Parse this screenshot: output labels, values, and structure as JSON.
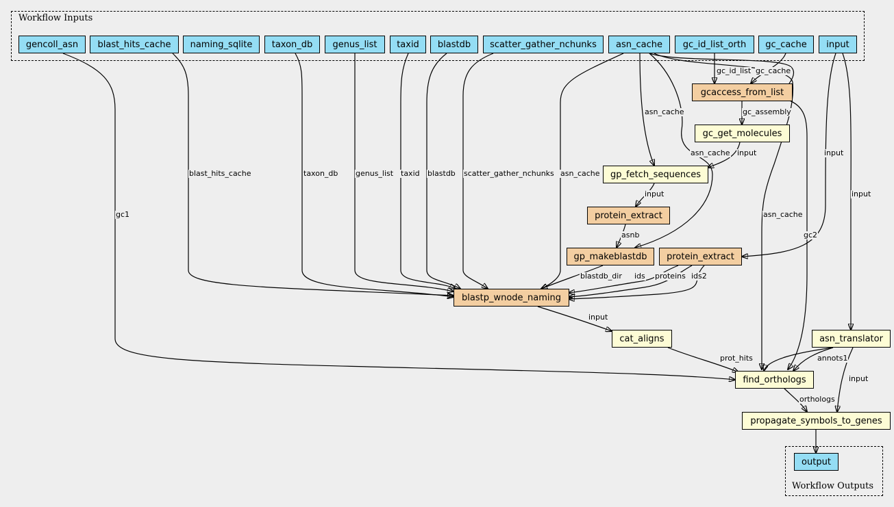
{
  "clusters": {
    "inputs_label": "Workflow Inputs",
    "outputs_label": "Workflow Outputs"
  },
  "colors": {
    "input_node": "#94ddf4",
    "tool_node": "#f3cea1",
    "step_node": "#fdfcd5",
    "background": "#eeeeee"
  },
  "nodes": {
    "gencoll_asn": "gencoll_asn",
    "blast_hits_cache": "blast_hits_cache",
    "naming_sqlite": "naming_sqlite",
    "taxon_db": "taxon_db",
    "genus_list": "genus_list",
    "taxid": "taxid",
    "blastdb": "blastdb",
    "scatter_gather_nchunks": "scatter_gather_nchunks",
    "asn_cache": "asn_cache",
    "gc_id_list_orth": "gc_id_list_orth",
    "gc_cache": "gc_cache",
    "input": "input",
    "gcaccess_from_list": "gcaccess_from_list",
    "gc_get_molecules": "gc_get_molecules",
    "gp_fetch_sequences": "gp_fetch_sequences",
    "protein_extract_1": "protein_extract",
    "gp_makeblastdb": "gp_makeblastdb",
    "protein_extract_2": "protein_extract",
    "blastp_wnode_naming": "blastp_wnode_naming",
    "cat_aligns": "cat_aligns",
    "asn_translator": "asn_translator",
    "find_orthologs": "find_orthologs",
    "propagate_symbols_to_genes": "propagate_symbols_to_genes",
    "output": "output"
  },
  "edge_labels": {
    "gc_id_list": "gc_id_list",
    "gc_cache": "gc_cache",
    "gc_assembly": "gc_assembly",
    "asn_cache_fetch": "asn_cache",
    "input_molecules": "input",
    "asn_cache_makeblastdb": "asn_cache",
    "input_fetch": "input",
    "asnb": "asnb",
    "input_protein_extract": "input",
    "input_translator": "input",
    "gc1": "gc1",
    "blast_hits_cache": "blast_hits_cache",
    "taxon_db": "taxon_db",
    "genus_list": "genus_list",
    "taxid": "taxid",
    "blastdb": "blastdb",
    "scatter_gather_nchunks": "scatter_gather_nchunks",
    "asn_cache_blastp": "asn_cache",
    "asn_cache_orthologs": "asn_cache",
    "gc2": "gc2",
    "blastdb_dir": "blastdb_dir",
    "ids": "ids",
    "proteins": "proteins",
    "ids2": "ids2",
    "input_cat": "input",
    "prot_hits": "prot_hits",
    "annots1": "annots1",
    "input_propagate": "input",
    "orthologs": "orthologs"
  }
}
